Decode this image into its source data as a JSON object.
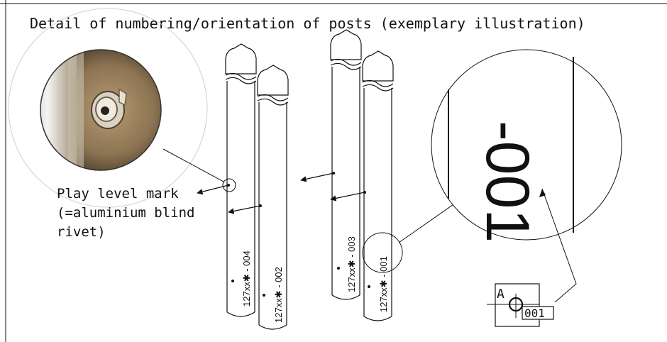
{
  "title": "Detail of numbering/orientation of posts (exemplary illustration)",
  "callout_label": {
    "line1": "Play level mark",
    "line2": "(=aluminium blind",
    "line3": "rivet)"
  },
  "posts": [
    {
      "id": "004",
      "label": "127xx✱ - 004"
    },
    {
      "id": "002",
      "label": "127xx✱ - 002"
    },
    {
      "id": "003",
      "label": "127xx✱ - 003"
    },
    {
      "id": "001",
      "label": "127xx✱ - 001"
    }
  ],
  "zoom_text": "-001",
  "reference_box": {
    "letter": "A",
    "number": "001"
  },
  "colors": {
    "line": "#111111",
    "bg": "#ffffff"
  }
}
